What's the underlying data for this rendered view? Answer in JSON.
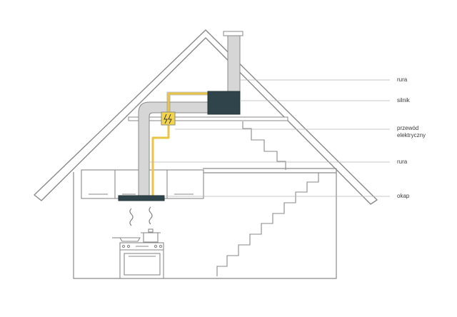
{
  "labels": {
    "rura_top": "rura",
    "silnik": "silnik",
    "przewod": "przewód elektryczny",
    "rura_mid": "rura",
    "okap": "okap"
  },
  "icons": {
    "junction_box": "electric-junction-box-icon",
    "steam": "steam-icon",
    "pot": "pot-icon",
    "pan": "pan-icon"
  },
  "colors": {
    "outline": "#8a8a8a",
    "pipe": "#d6d6d6",
    "motor": "#2f454b",
    "wire": "#e8c547",
    "junction": "#f4d548",
    "leader": "#b4b4b4",
    "text": "#3b3b3b"
  }
}
